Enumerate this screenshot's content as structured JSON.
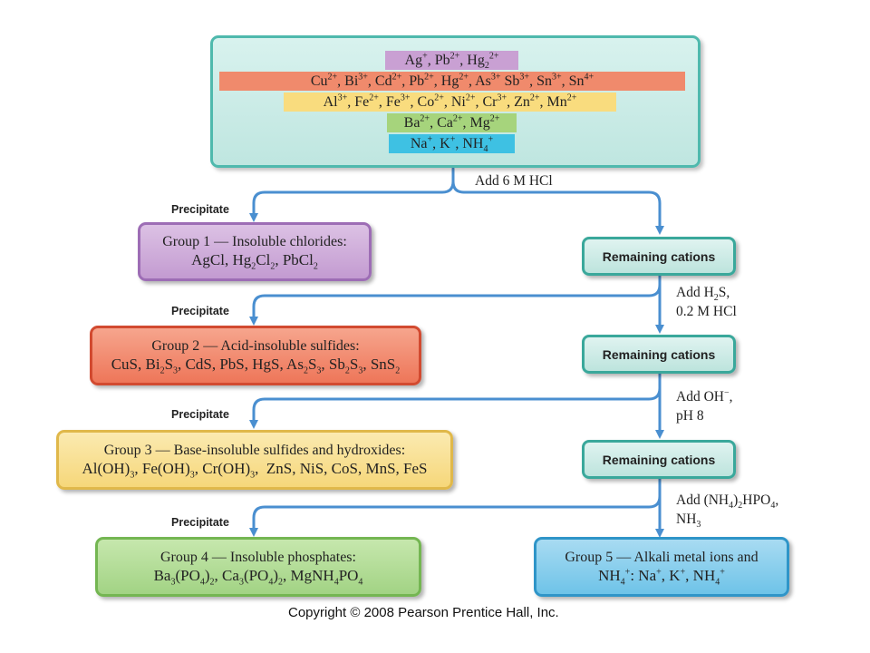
{
  "top_box": {
    "bands": [
      {
        "html": "Ag<sup>+</sup>, Pb<sup>2+</sup>, Hg<sub>2</sub><sup>2+</sup>",
        "color": "#c9a0d3"
      },
      {
        "html": "Cu<sup>2+</sup>, Bi<sup>3+</sup>, Cd<sup>2+</sup>, Pb<sup>2+</sup>, Hg<sup>2+</sup>, As<sup>3+</sup> Sb<sup>3+</sup>, Sn<sup>3+</sup>, Sn<sup>4+</sup>",
        "color": "#f08a6c"
      },
      {
        "html": "Al<sup>3+</sup>, Fe<sup>2+</sup>, Fe<sup>3+</sup>, Co<sup>2+</sup>, Ni<sup>2+</sup>, Cr<sup>3+</sup>, Zn<sup>2+</sup>, Mn<sup>2+</sup>",
        "color": "#f9dc7e"
      },
      {
        "html": "Ba<sup>2+</sup>, Ca<sup>2+</sup>, Mg<sup>2+</sup>",
        "color": "#a6d47c"
      },
      {
        "html": "Na<sup>+</sup>, K<sup>+</sup>, NH<sub>4</sub><sup>+</sup>",
        "color": "#3ec1e3"
      }
    ]
  },
  "reagents": {
    "step1": "Add 6 M HCl",
    "step2": "Add H<sub>2</sub>S,<br>0.2 M HCl",
    "step3": "Add OH<sup>−</sup>,<br>pH 8",
    "step4": "Add (NH<sub>4</sub>)<sub>2</sub>HPO<sub>4</sub>,<br>NH<sub>3</sub>"
  },
  "precipitate_label": "Precipitate",
  "remaining_label": "Remaining cations",
  "groups": {
    "g1": {
      "title": "Group 1 — Insoluble chlorides:",
      "formula": "AgCl, Hg<sub>2</sub>Cl<sub>2</sub>, PbCl<sub>2</sub>"
    },
    "g2": {
      "title": "Group 2 — Acid-insoluble sulfides:",
      "formula": "CuS, Bi<sub>2</sub>S<sub>3</sub>, CdS, PbS, HgS, As<sub>2</sub>S<sub>3</sub>, Sb<sub>2</sub>S<sub>3</sub>, SnS<sub>2</sub>"
    },
    "g3": {
      "title": "Group 3 — Base-insoluble sulfides and hydroxides:",
      "formula": "Al(OH)<sub>3</sub>, Fe(OH)<sub>3</sub>, Cr(OH)<sub>3</sub>, &nbsp;ZnS, NiS, CoS, MnS, FeS"
    },
    "g4": {
      "title": "Group 4 — Insoluble phosphates:",
      "formula": "Ba<sub>3</sub>(PO<sub>4</sub>)<sub>2</sub>, Ca<sub>3</sub>(PO<sub>4</sub>)<sub>2</sub>, MgNH<sub>4</sub>PO<sub>4</sub>"
    },
    "g5": {
      "title": "Group 5 — Alkali metal ions and",
      "formula": "NH<sub>4</sub><sup>+</sup>: Na<sup>+</sup>, K<sup>+</sup>, NH<sub>4</sub><sup>+</sup>"
    }
  },
  "copyright": "Copyright © 2008 Pearson Prentice Hall, Inc.",
  "colors": {
    "arrow": "#4a8fd0",
    "group1": "#c9a3d6",
    "group2": "#f07f61",
    "group3": "#f8de85",
    "group4": "#aad98a",
    "group5": "#7cc8ea"
  }
}
